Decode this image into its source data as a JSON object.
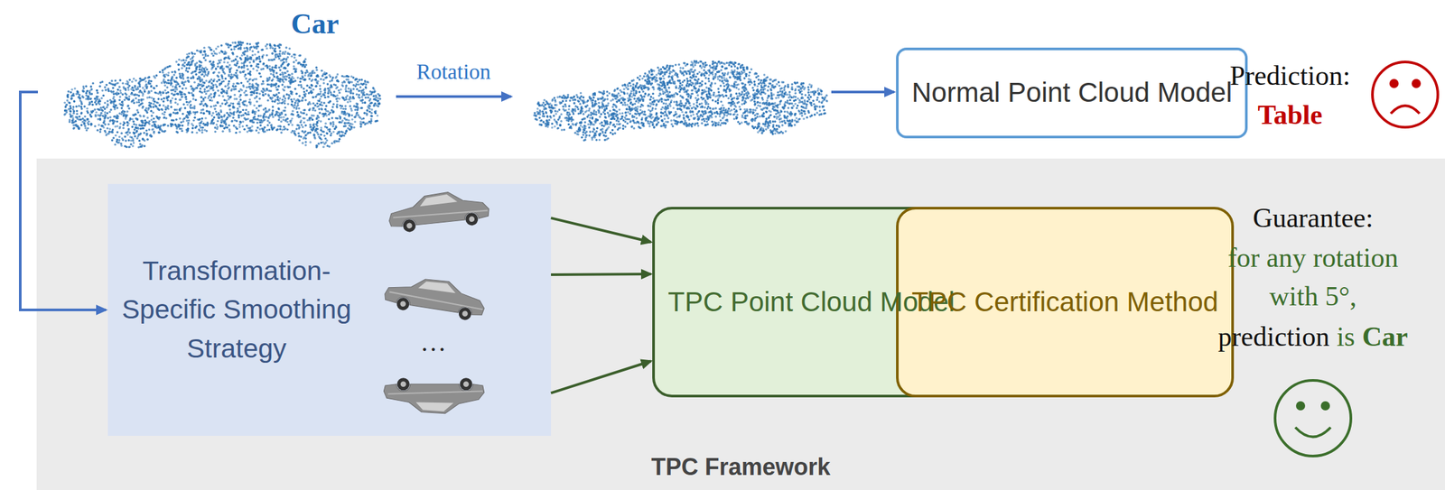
{
  "diagram": {
    "nodes": [
      {
        "text": [
          "Normal Point Cloud Model"
        ]
      },
      {
        "text": [
          "TPC Framework"
        ]
      },
      {
        "text": [
          "Transformation-Specific Smoothing Strategy"
        ],
        "in": 1
      },
      {
        "text": [
          "TPC Point Cloud Model"
        ],
        "in": 1
      },
      {
        "text": [
          "TPC Certification Method"
        ],
        "in": 1
      }
    ],
    "edges": [
      {
        "from": 2,
        "to": 3,
        "arrow": "to"
      },
      {
        "from": 2,
        "to": 3,
        "arrow": "to"
      },
      {
        "from": 2,
        "to": 3,
        "arrow": "to"
      },
      {
        "from": 3,
        "to": 4,
        "arrow": "to"
      }
    ],
    "labels": [
      "Car",
      "Rotation",
      "Prediction:",
      "Table",
      "…",
      "Guarantee:",
      "for any rotation with 5°,",
      "prediction",
      "is",
      "Car"
    ]
  }
}
